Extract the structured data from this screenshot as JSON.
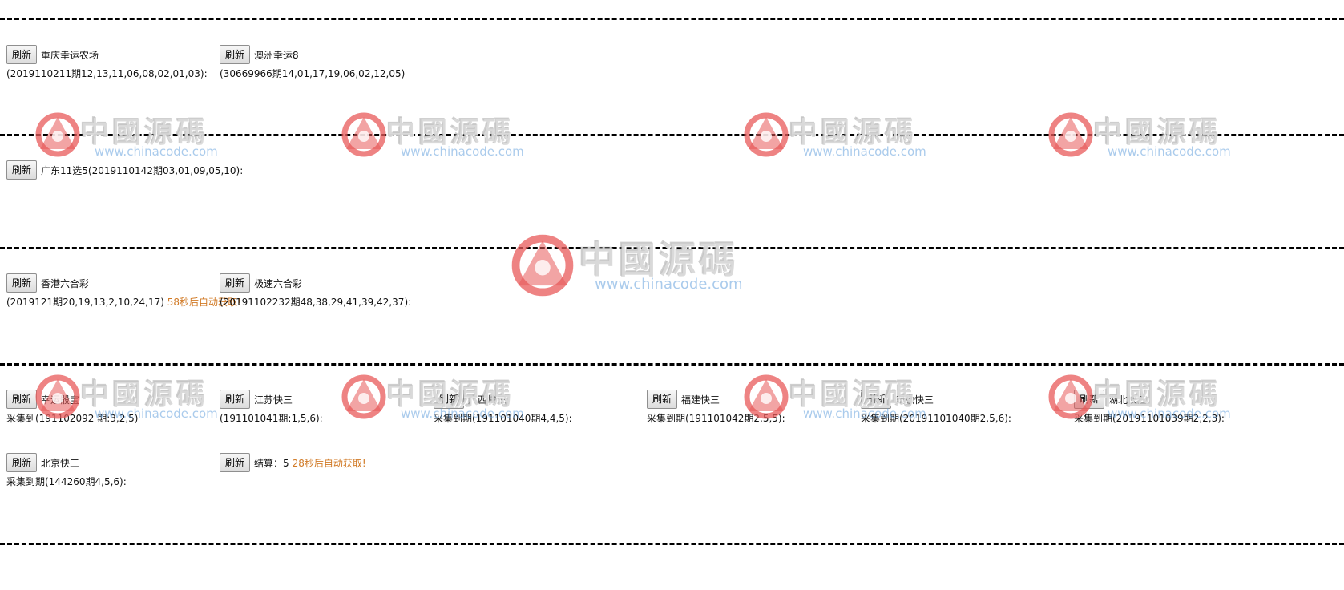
{
  "watermark": {
    "text": "中國源碼",
    "url": "www.chinacode.com",
    "logo": "chinacode-logo-icon"
  },
  "refresh_label": "刷新",
  "section1": {
    "items": [
      {
        "name": "重庆幸运农场",
        "result": "(2019110211期12,13,11,06,08,02,01,03):"
      },
      {
        "name": "澳洲幸运8",
        "result": "(30669966期14,01,17,19,06,02,12,05)"
      }
    ]
  },
  "section2": {
    "items": [
      {
        "name": "广东11选5(2019110142期03,01,09,05,10):"
      }
    ]
  },
  "section3": {
    "items": [
      {
        "name": "香港六合彩",
        "result": "(2019121期20,19,13,2,10,24,17)",
        "countdown": "58秒后自动获取!"
      },
      {
        "name": "极速六合彩",
        "result": "(20191102232期48,38,29,41,39,42,37):"
      }
    ]
  },
  "section4": {
    "items": [
      {
        "name": "幸运骰宝",
        "result": "采集到(191102092 期:3,2,5)"
      },
      {
        "name": "江苏快三",
        "result": "(191101041期:1,5,6):"
      },
      {
        "name": "广西快三",
        "result": "采集到期(191101040期4,4,5):"
      },
      {
        "name": "福建快三",
        "result": "采集到期(191101042期2,5,5):"
      },
      {
        "name": "安徽快三",
        "result": "采集到期(20191101040期2,5,6):"
      },
      {
        "name": "湖北快三",
        "result": "采集到期(20191101039期2,2,3):"
      },
      {
        "name": "北京快三",
        "result": "采集到期(144260期4,5,6):"
      },
      {
        "name": "结算：5",
        "countdown": "28秒后自动获取!"
      }
    ]
  },
  "colors": {
    "countdown": "#d17a26",
    "divider": "#000000",
    "watermark_logo": "#e85a5a",
    "watermark_url": "#64a0dc"
  }
}
